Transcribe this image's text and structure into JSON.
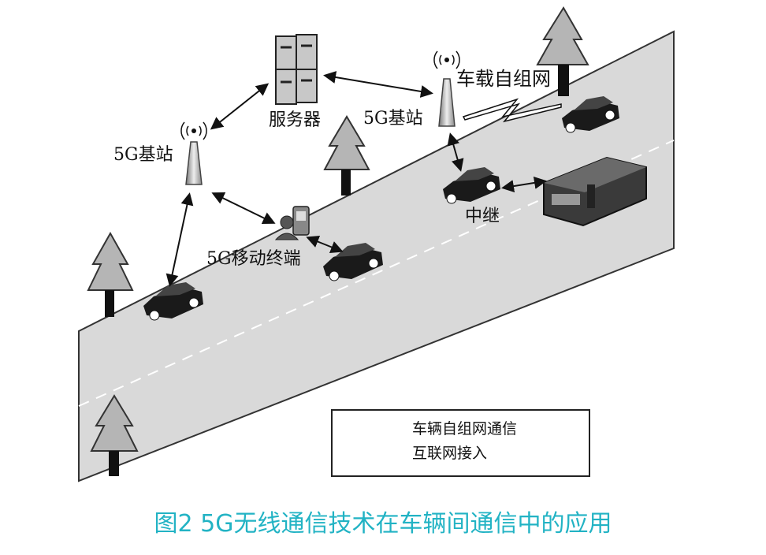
{
  "labels": {
    "server": "服务器",
    "base_station_left": "5G基站",
    "base_station_right": "5G基站",
    "vehicle_adhoc_net": "车载自组网",
    "mobile_terminal": "5G移动终端",
    "relay": "中继"
  },
  "legend": {
    "adhoc_comm": "车辆自组网通信",
    "internet_access": "互联网接入"
  },
  "caption": "图2 5G无线通信技术在车辆间通信中的应用",
  "colors": {
    "caption": "#22b3c4",
    "road": "#d9d9d9",
    "tree": "#b5b5b5",
    "car": "#1a1a1a"
  }
}
